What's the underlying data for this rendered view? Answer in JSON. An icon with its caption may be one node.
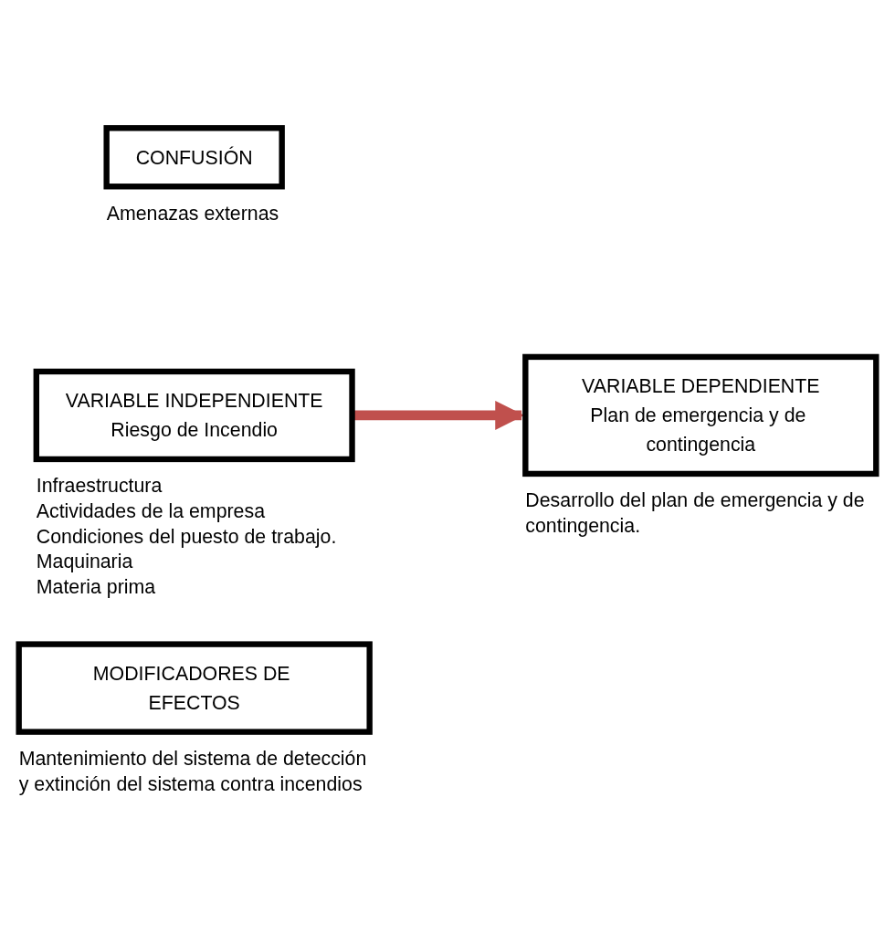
{
  "diagram": {
    "nodes": [
      {
        "text": [
          "CONFUSIÓN"
        ],
        "beside": [
          "Amenazas externas"
        ]
      },
      {
        "text": [
          "VARIABLE INDEPENDIENTE",
          "Riesgo de Incendio"
        ],
        "beside": [
          "Infraestructura",
          "Actividades de la empresa",
          "Condiciones del puesto de trabajo.",
          "Maquinaria",
          "Materia prima"
        ]
      },
      {
        "text": [
          "VARIABLE DEPENDIENTE",
          "Plan de emergencia y de contingencia"
        ],
        "beside": [
          "Desarrollo del plan de emergencia y de contingencia."
        ]
      },
      {
        "text": [
          "MODIFICADORES DE EFECTOS"
        ],
        "beside": [
          "Mantenimiento del sistema de detección y extinción del sistema contra incendios"
        ]
      }
    ],
    "edges": [
      {
        "from": 1,
        "to": 2,
        "arrow": "to",
        "color": "#c0504d"
      }
    ]
  }
}
